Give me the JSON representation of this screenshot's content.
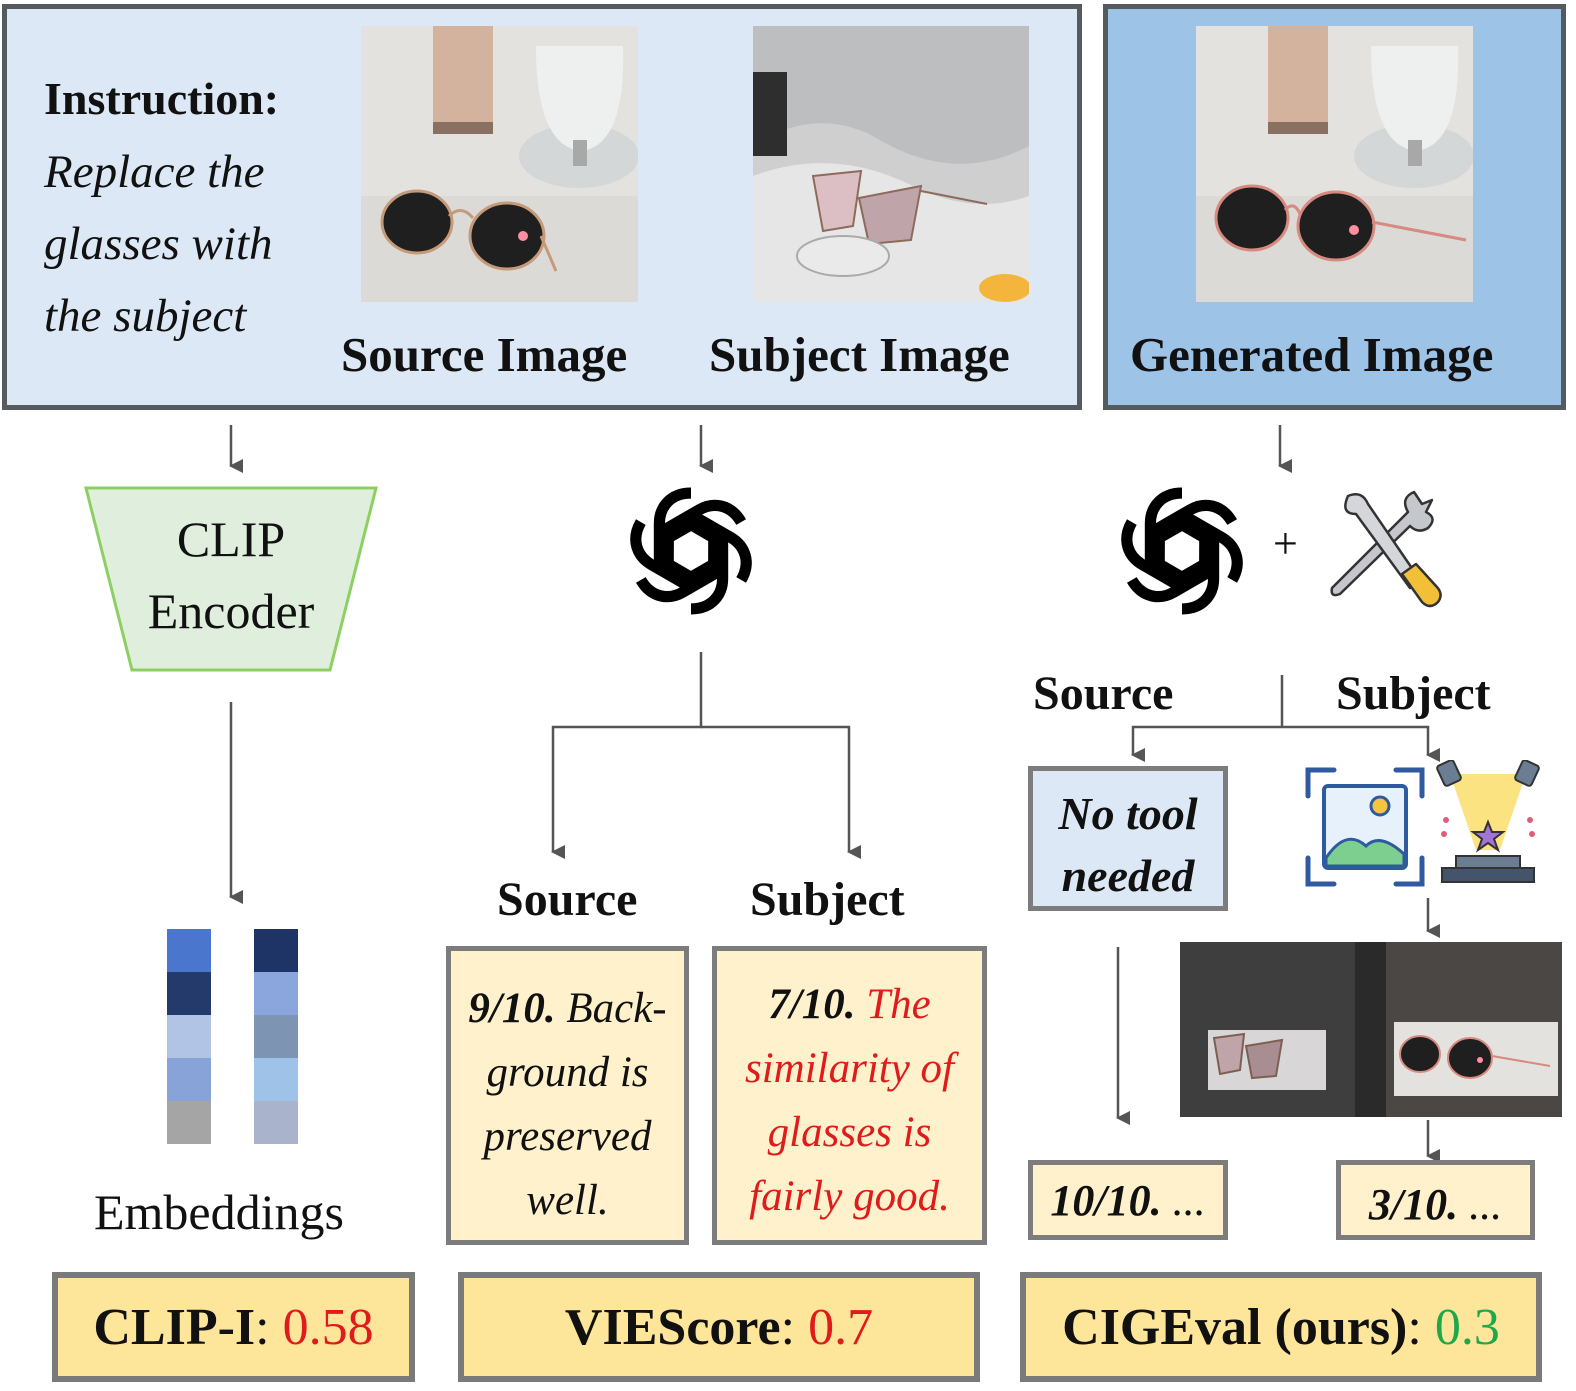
{
  "top_left": {
    "instruction_label": "Instruction:",
    "instruction_lines": [
      "Replace the",
      "glasses with",
      "the subject"
    ],
    "source_caption": "Source Image",
    "subject_caption": "Subject Image"
  },
  "top_right": {
    "generated_caption": "Generated Image"
  },
  "clip_column": {
    "encoder_line1": "CLIP",
    "encoder_line2": "Encoder",
    "embeddings_label": "Embeddings",
    "embedding_colors_a": [
      "#4a77cd",
      "#233a6b",
      "#b1c4e6",
      "#87a3d8",
      "#a5a5a5"
    ],
    "embedding_colors_b": [
      "#1f3466",
      "#8aa6dd",
      "#7d95b3",
      "#9ec2e8",
      "#a9b4cc"
    ],
    "score_name": "CLIP-I",
    "score_value": "0.58"
  },
  "viescore_column": {
    "source_label": "Source",
    "subject_label": "Subject",
    "source_box": {
      "score": "9/10.",
      "lines": [
        "Back-",
        "ground is",
        "preserved",
        "well."
      ]
    },
    "subject_box": {
      "score": "7/10.",
      "lines": [
        "The",
        "similarity of",
        "glasses is",
        "fairly good."
      ]
    },
    "score_name": "VIEScore",
    "score_value": "0.7"
  },
  "cigeval_column": {
    "plus": "+",
    "source_label": "Source",
    "subject_label": "Subject",
    "no_tool_lines": [
      "No tool",
      "needed"
    ],
    "source_result": {
      "score": "10/10.",
      "rest": " ..."
    },
    "subject_result": {
      "score": "3/10.",
      "rest": " ..."
    },
    "score_name": "CIGEval (ours)",
    "score_value": "0.3"
  },
  "icons": [
    "openai-logo-icon",
    "tools-wrench-screwdriver-icon",
    "image-crop-icon",
    "spotlight-highlight-icon"
  ],
  "colors": {
    "panel_light": "#dce8f5",
    "panel_dark": "#9dc3e6",
    "encoder_fill": "#dfeedd",
    "encoder_stroke": "#8dd062",
    "note_box": "#fff1cc",
    "score_box": "#fde59a",
    "red": "#e01b1b",
    "green": "#1fa84a"
  }
}
